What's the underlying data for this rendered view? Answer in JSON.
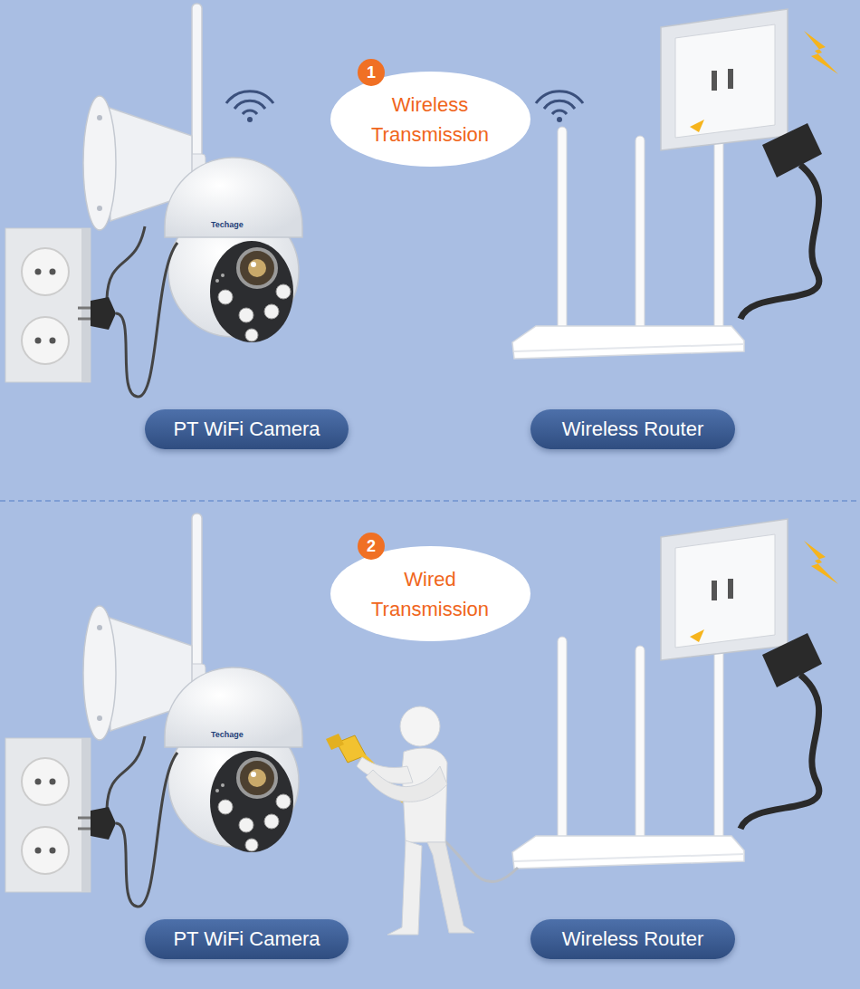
{
  "diagram": {
    "nodes": [
      {
        "text": [
          "1"
        ]
      },
      {
        "text": [
          "Wireless Transmission"
        ]
      },
      {
        "text": [
          "PT WiFi Camera"
        ]
      },
      {
        "text": [
          "Wireless Router"
        ]
      },
      {
        "text": [
          "2"
        ]
      },
      {
        "text": [
          "Wired Transmission"
        ]
      },
      {
        "text": [
          "PT WiFi Camera"
        ]
      },
      {
        "text": [
          "Wireless Router"
        ]
      }
    ],
    "labels": [
      "Techage",
      "Techage"
    ]
  }
}
